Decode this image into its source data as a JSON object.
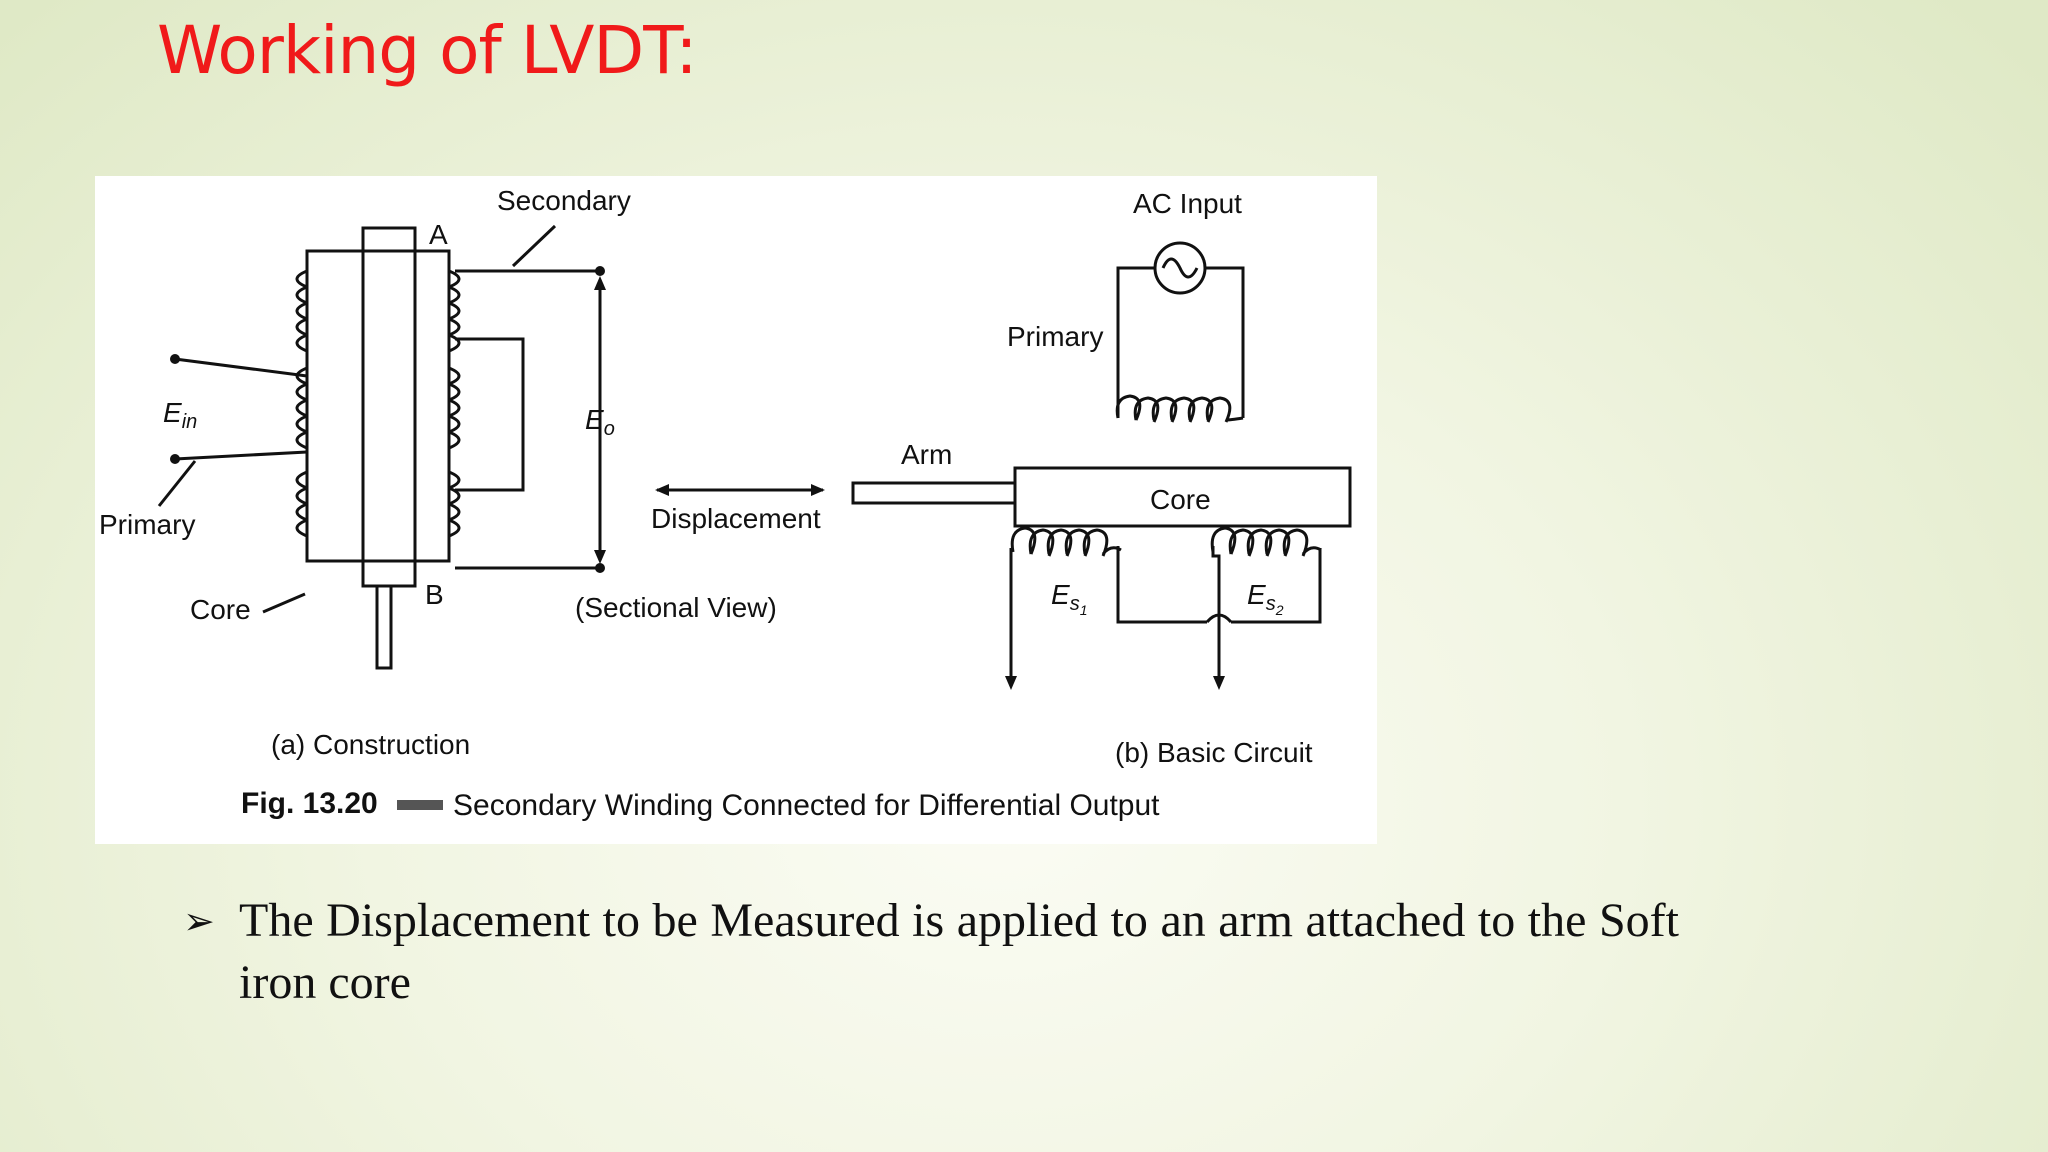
{
  "slide": {
    "title": "Working of LVDT:"
  },
  "figure": {
    "construction": {
      "label_secondary": "Secondary",
      "label_a": "A",
      "label_b": "B",
      "label_ein": "E",
      "label_ein_sub": "in",
      "label_eo": "E",
      "label_eo_sub": "o",
      "label_primary": "Primary",
      "label_core": "Core",
      "label_displacement": "Displacement",
      "label_sectional_view": "(Sectional View)",
      "caption": "(a) Construction"
    },
    "circuit": {
      "label_ac_input": "AC Input",
      "label_primary": "Primary",
      "label_arm": "Arm",
      "label_core": "Core",
      "label_es": "E",
      "label_es1_sub": "s",
      "label_es1_subsub": "1",
      "label_es2_subsub": "2",
      "caption": "(b) Basic Circuit"
    },
    "fig_number": "Fig. 13.20",
    "fig_caption": "Secondary Winding Connected for Differential Output"
  },
  "bullets": [
    {
      "marker": "➢",
      "text": "The Displacement to be  Measured is applied to an  arm attached to the Soft iron core"
    }
  ]
}
